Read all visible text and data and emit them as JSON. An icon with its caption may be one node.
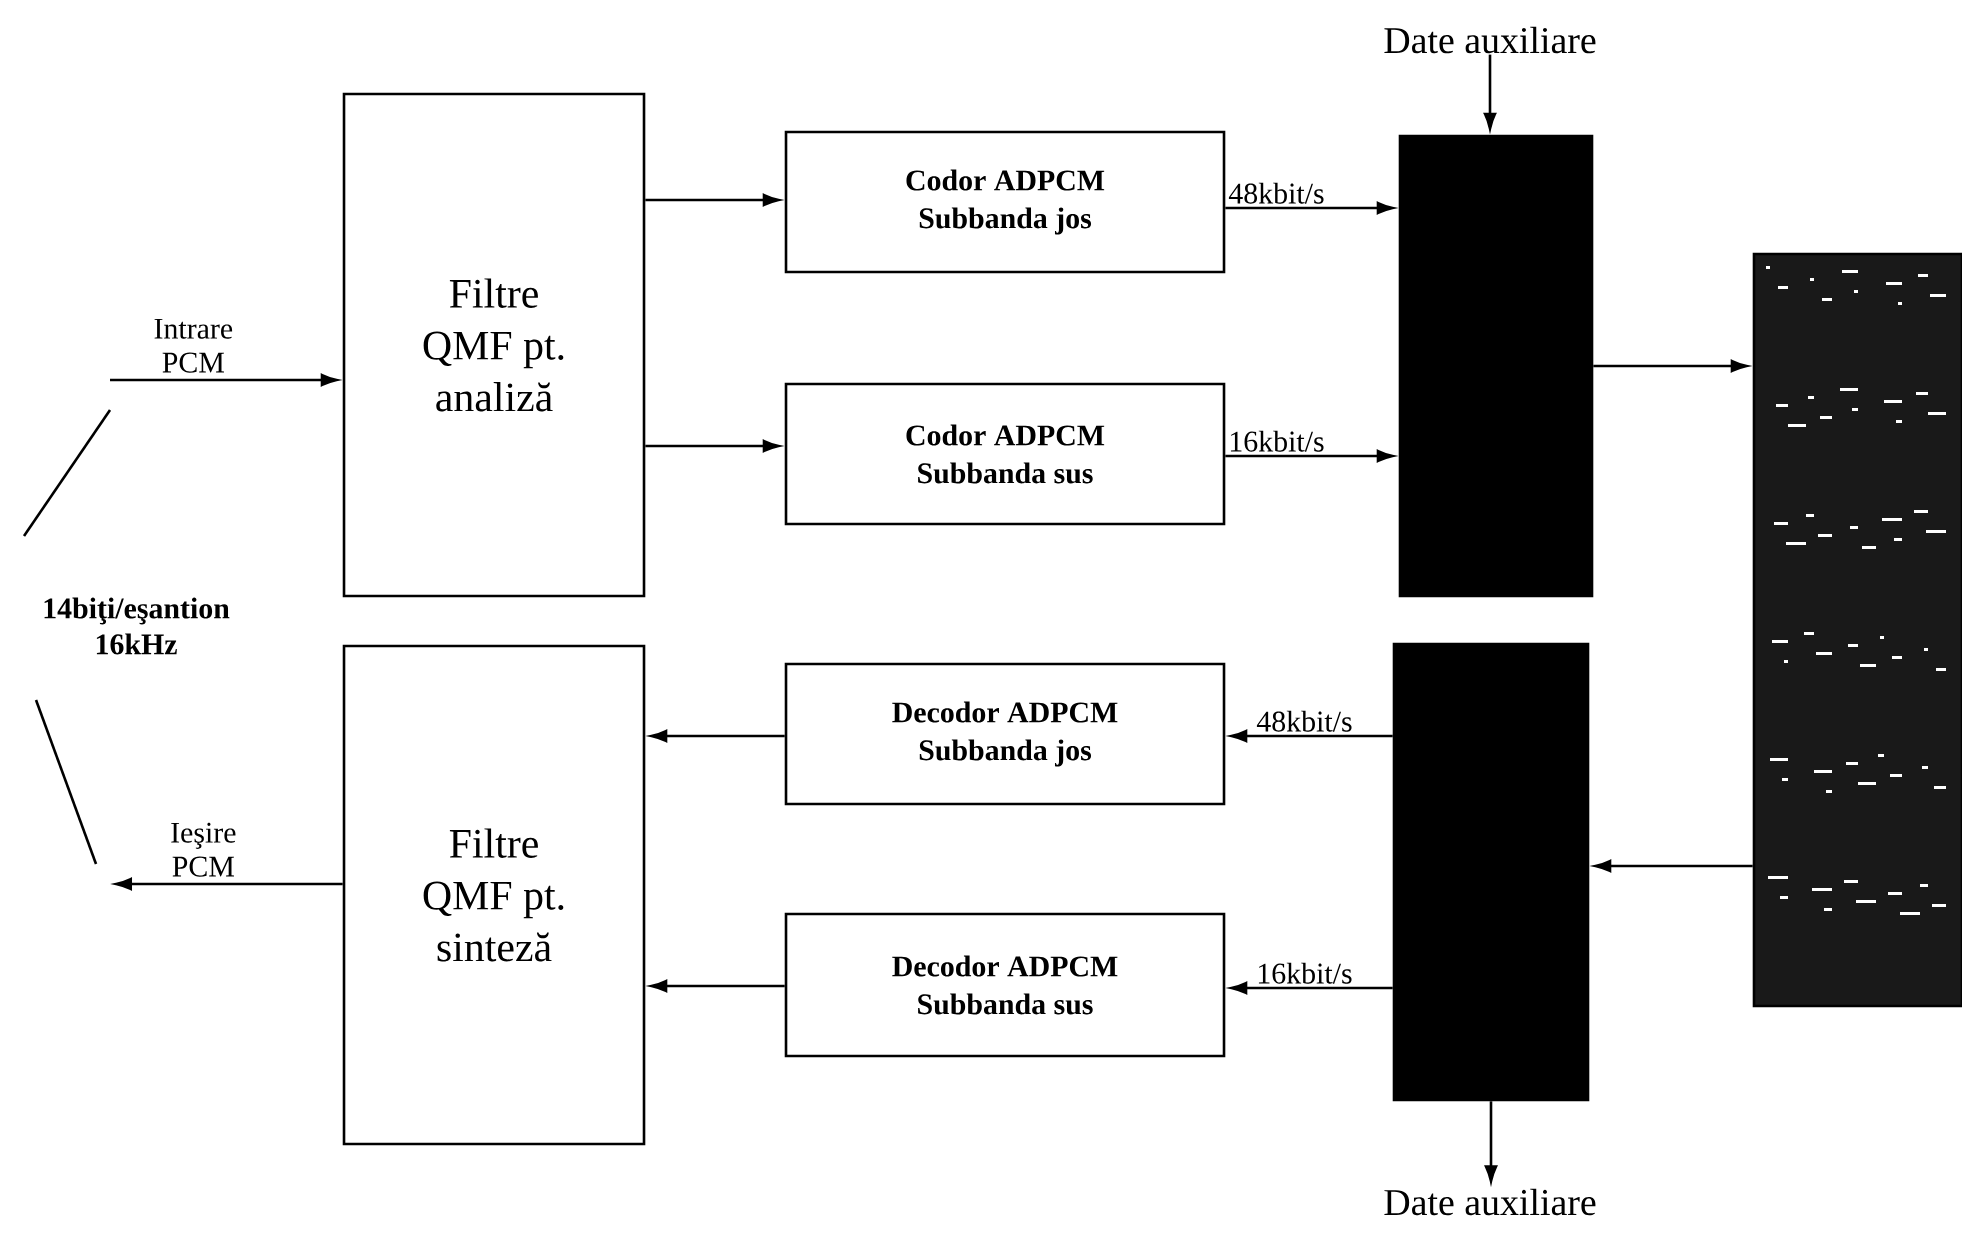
{
  "diagram": {
    "nodes": [
      {
        "text": [
          "Filtre QMF pt. analiză"
        ]
      },
      {
        "text": [
          "Codor ADPCM Subbanda jos"
        ]
      },
      {
        "text": [
          "Codor ADPCM Subbanda sus"
        ]
      },
      {
        "text": [],
        "shape": "bar"
      },
      {
        "text": [],
        "shape": "box"
      },
      {
        "text": [],
        "shape": "bar"
      },
      {
        "text": [
          "Decodor ADPCM Subbanda jos"
        ]
      },
      {
        "text": [
          "Decodor ADPCM Subbanda sus"
        ]
      },
      {
        "text": [
          "Filtre QMF pt. sinteză"
        ]
      },
      {
        "text": [
          "Date auxiliare"
        ]
      },
      {
        "text": [
          "Date auxiliare"
        ]
      }
    ],
    "edges": [
      {
        "from": null,
        "to": 0,
        "arrow": "to",
        "label": "Intrare PCM"
      },
      {
        "from": 0,
        "to": 1,
        "arrow": "to"
      },
      {
        "from": 0,
        "to": 2,
        "arrow": "to"
      },
      {
        "from": 1,
        "to": 3,
        "arrow": "to",
        "label": "48kbit/s"
      },
      {
        "from": 2,
        "to": 3,
        "arrow": "to",
        "label": "16kbit/s"
      },
      {
        "from": 9,
        "to": 3,
        "arrow": "to"
      },
      {
        "from": 3,
        "to": 4,
        "arrow": "to"
      },
      {
        "from": 4,
        "to": 5,
        "arrow": "to"
      },
      {
        "from": 5,
        "to": 6,
        "arrow": "to",
        "label": "48kbit/s"
      },
      {
        "from": 5,
        "to": 7,
        "arrow": "to",
        "label": "16kbit/s"
      },
      {
        "from": 6,
        "to": 8,
        "arrow": "to"
      },
      {
        "from": 7,
        "to": 8,
        "arrow": "to"
      },
      {
        "from": 5,
        "to": 10,
        "arrow": "to"
      },
      {
        "from": 8,
        "to": null,
        "arrow": "to",
        "label": "Ieşire PCM"
      }
    ],
    "labels": [
      "14biţi/eşantion 16kHz"
    ]
  }
}
